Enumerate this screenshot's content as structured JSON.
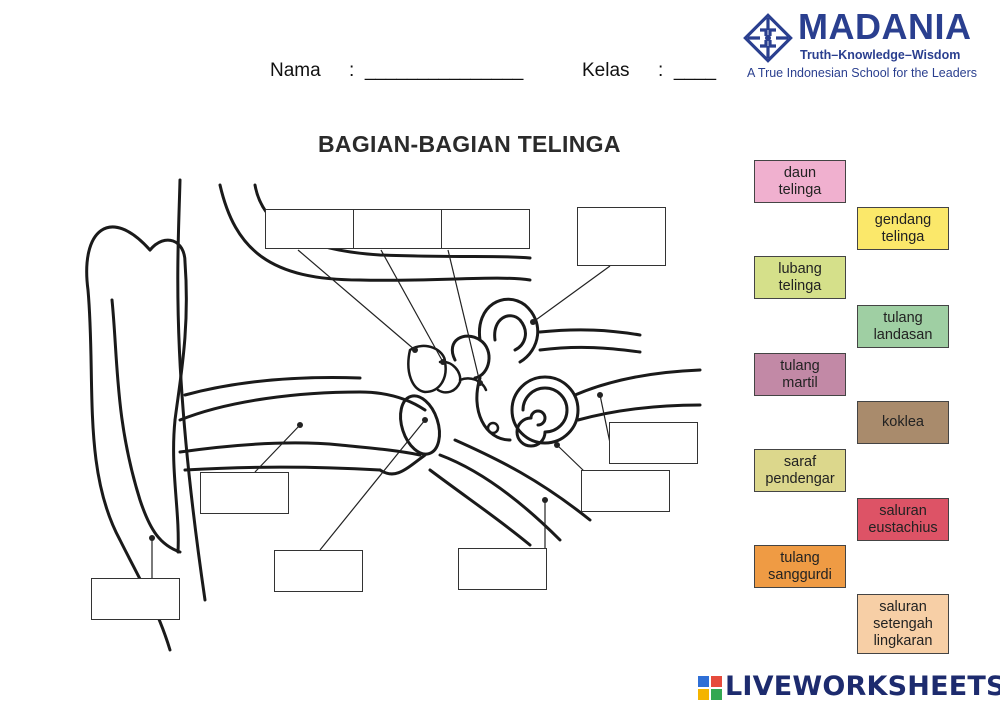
{
  "header": {
    "nama_label": "Nama",
    "nama_field": ":  _______________",
    "kelas_label": "Kelas",
    "kelas_field": ":  ____"
  },
  "title": "BAGIAN-BAGIAN TELINGA",
  "logo": {
    "name": "MADANIA",
    "motto": "Truth–Knowledge–Wisdom",
    "tagline": "A True Indonesian School for the Leaders",
    "colors": {
      "primary": "#2a3f8f"
    }
  },
  "word_bank": [
    {
      "lines": [
        "daun",
        "telinga"
      ],
      "color": "#f0b0cf"
    },
    {
      "lines": [
        "gendang",
        "telinga"
      ],
      "color": "#fbe86a"
    },
    {
      "lines": [
        "lubang",
        "telinga"
      ],
      "color": "#d5e08a"
    },
    {
      "lines": [
        "tulang",
        "landasan"
      ],
      "color": "#9fcfa3"
    },
    {
      "lines": [
        "tulang",
        "martil"
      ],
      "color": "#c289a6"
    },
    {
      "lines": [
        "koklea"
      ],
      "color": "#a98b6c"
    },
    {
      "lines": [
        "saraf",
        "pendengar"
      ],
      "color": "#dcd78c"
    },
    {
      "lines": [
        "saluran",
        "eustachius"
      ],
      "color": "#dd5366"
    },
    {
      "lines": [
        "tulang",
        "sanggurdi"
      ],
      "color": "#ef9b44"
    },
    {
      "lines": [
        "saluran",
        "setengah",
        "lingkaran"
      ],
      "color": "#f7cfa6"
    }
  ],
  "footer": {
    "brand": "LIVEWORKSHEETS",
    "colors": {
      "brand": "#1d2b6e"
    }
  }
}
